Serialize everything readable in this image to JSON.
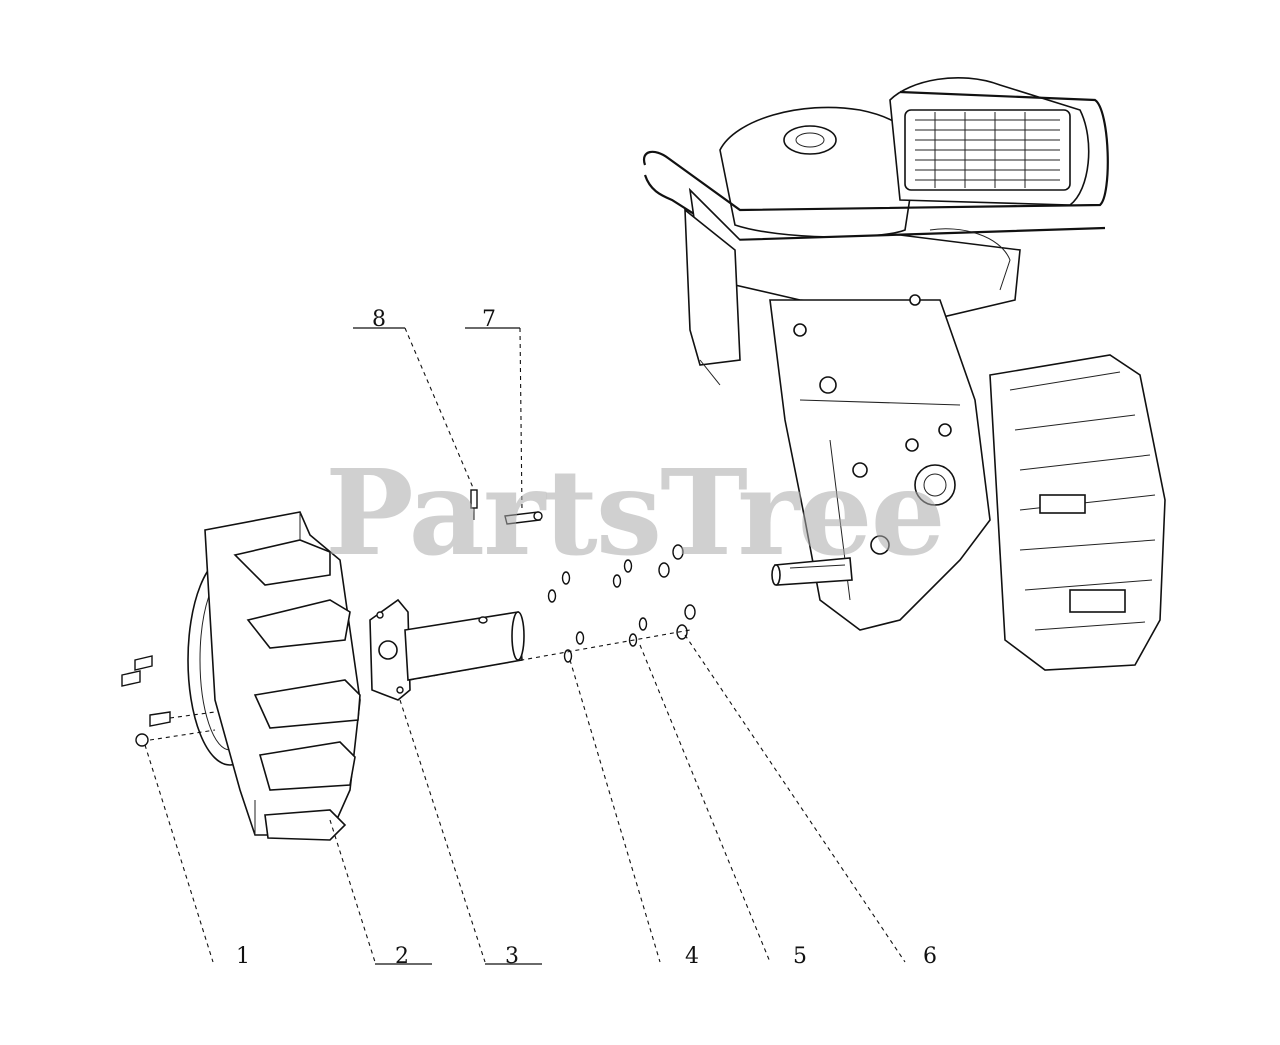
{
  "watermark": {
    "text": "PartsTree",
    "color": "#aaaaaa"
  },
  "callouts": [
    {
      "id": "1",
      "label": "1"
    },
    {
      "id": "2",
      "label": "2"
    },
    {
      "id": "3",
      "label": "3"
    },
    {
      "id": "4",
      "label": "4"
    },
    {
      "id": "5",
      "label": "5"
    },
    {
      "id": "6",
      "label": "6"
    },
    {
      "id": "7",
      "label": "7"
    },
    {
      "id": "8",
      "label": "8"
    }
  ]
}
